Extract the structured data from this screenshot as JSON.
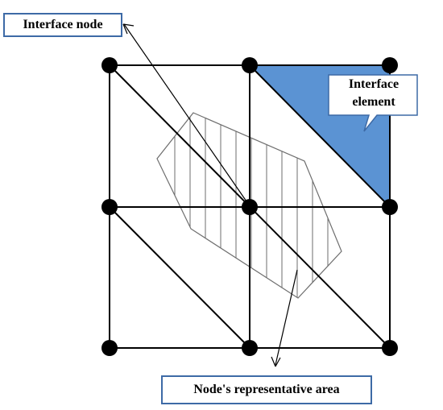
{
  "labels": {
    "interface_node": "Interface node",
    "interface_element_line1": "Interface",
    "interface_element_line2": "element",
    "representative_area": "Node's representative area"
  },
  "colors": {
    "interface_element_fill": "#5b93d3",
    "label_border": "#3d6aa6",
    "mesh_line": "#000000",
    "node_fill": "#000000",
    "area_outline": "#6e6e6e"
  }
}
